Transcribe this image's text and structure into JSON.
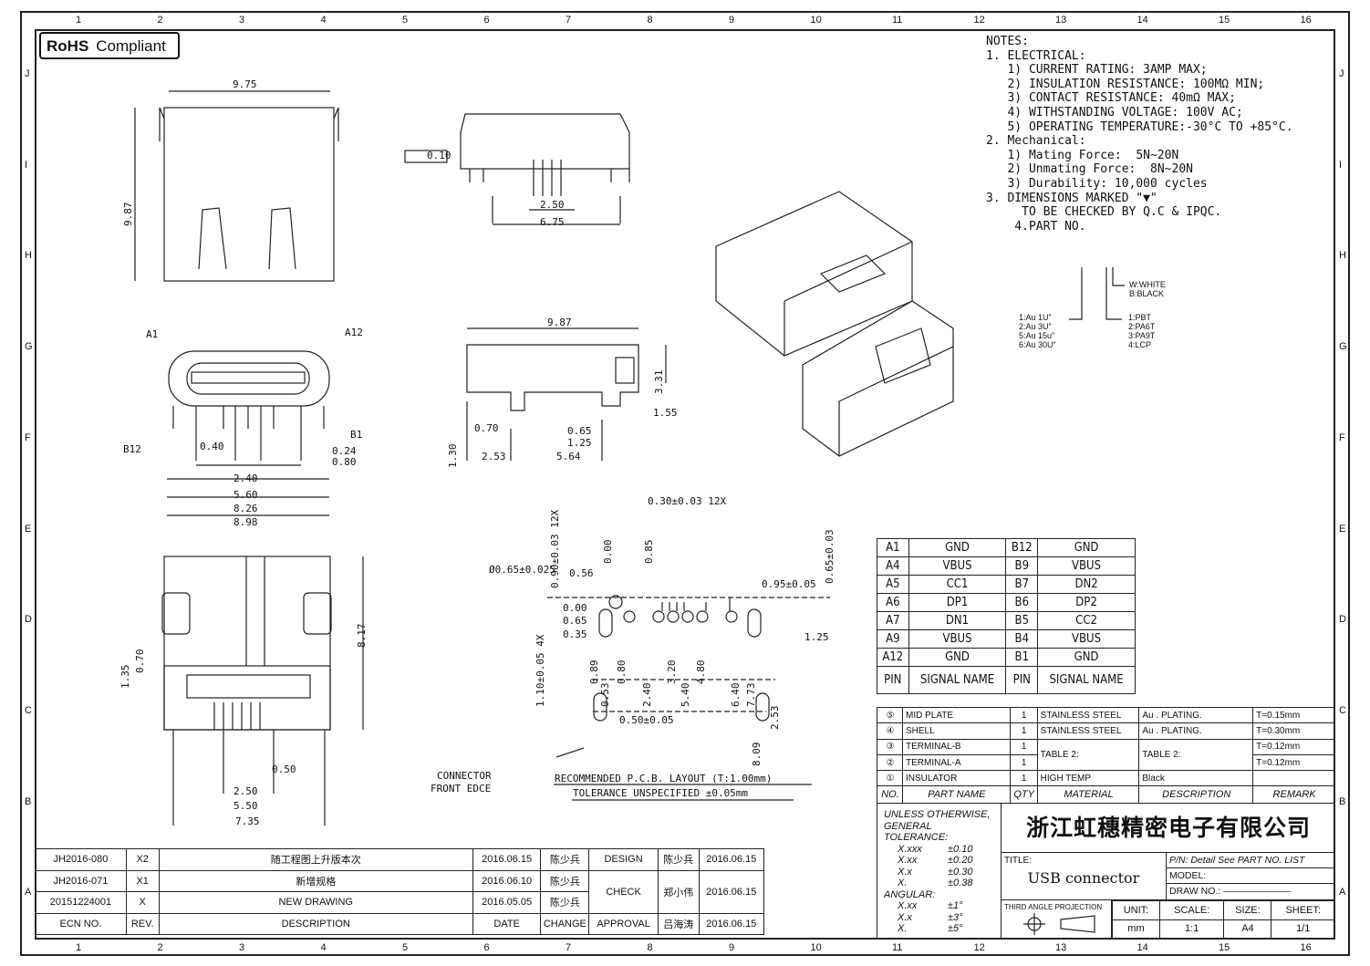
{
  "rohs": {
    "bold": "RoHS",
    "text": "Compliant"
  },
  "grid": {
    "columns": [
      "1",
      "2",
      "3",
      "4",
      "5",
      "6",
      "7",
      "8",
      "9",
      "10",
      "11",
      "12",
      "13",
      "14",
      "15",
      "16"
    ],
    "rows": [
      "J",
      "I",
      "H",
      "G",
      "F",
      "E",
      "D",
      "C",
      "B",
      "A"
    ]
  },
  "notes": {
    "lines": [
      "NOTES:",
      "1. ELECTRICAL:",
      "   1) CURRENT RATING: 3AMP MAX;",
      "   2) INSULATION RESISTANCE: 100MΩ MIN;",
      "   3) CONTACT RESISTANCE: 40mΩ MAX;",
      "   4) WITHSTANDING VOLTAGE: 100V AC;",
      "   5) OPERATING TEMPERATURE:-30°C TO +85°C.",
      "2. Mechanical:",
      "   1) Mating Force:  5N~20N",
      "   2) Unmating Force:  8N~20N",
      "   3) Durability: 10,000 cycles",
      "3. DIMENSIONS MARKED \"▼\"",
      "     TO BE CHECKED BY Q.C & IPQC.",
      "",
      "    4.PART NO."
    ],
    "part_no": {
      "color": [
        "W:WHITE",
        "B:BLACK"
      ],
      "plating": [
        "1:Au 1U\"",
        "2:Au 3U\"",
        "5:Au 15u\"",
        "6:Au 30U\""
      ],
      "material": [
        "1:PBT",
        "2:PA6T",
        "3:PA9T",
        "4:LCP"
      ]
    }
  },
  "dims": [
    "9.75",
    "9.87",
    "0.10",
    "2.50",
    "6.75",
    "A1",
    "A12",
    "B12",
    "B1",
    "0.40",
    "0.24",
    "0.80",
    "2.40",
    "5.60",
    "8.26",
    "8.98",
    "9.87",
    "3.31",
    "1.55",
    "1.30",
    "0.70",
    "0.65",
    "1.25",
    "2.53",
    "5.64",
    "1.35",
    "0.70",
    "8.17",
    "0.50",
    "2.50",
    "5.50",
    "7.35",
    "0.30±0.03  12X",
    "0.90±0.03  12X",
    "0.85",
    "0.00",
    "Ø0.65±0.025",
    "0.56",
    "0.00",
    "0.65",
    "0.35",
    "1.10±0.05  4X",
    "0.89",
    "0.53",
    "0.80",
    "2.40",
    "3.20",
    "5.40",
    "4.80",
    "6.40",
    "7.73",
    "0.95±0.05",
    "1.25",
    "0.65±0.03",
    "0.50±0.05",
    "2.53",
    "8.09",
    "CONNECTOR",
    "FRONT EDCE",
    "RECOMMENDED  P.C.B. LAYOUT (T:1.00mm)",
    "TOLERANCE UNSPECIFIED ±0.05mm"
  ],
  "pin_table": {
    "rows": [
      [
        "A1",
        "GND",
        "B12",
        "GND"
      ],
      [
        "A4",
        "VBUS",
        "B9",
        "VBUS"
      ],
      [
        "A5",
        "CC1",
        "B7",
        "DN2"
      ],
      [
        "A6",
        "DP1",
        "B6",
        "DP2"
      ],
      [
        "A7",
        "DN1",
        "B5",
        "CC2"
      ],
      [
        "A9",
        "VBUS",
        "B4",
        "VBUS"
      ],
      [
        "A12",
        "GND",
        "B1",
        "GND"
      ]
    ],
    "header": [
      "PIN",
      "SIGNAL NAME",
      "PIN",
      "SIGNAL NAME"
    ]
  },
  "parts": {
    "rows": [
      [
        "⑤",
        "MID PLATE",
        "1",
        "STAINLESS STEEL",
        "Au . PLATING.",
        "T=0.15mm"
      ],
      [
        "④",
        "SHELL",
        "1",
        "STAINLESS STEEL",
        "Au . PLATING.",
        "T=0.30mm"
      ],
      [
        "③",
        "TERMINAL-B",
        "1",
        "TABLE 2:",
        "TABLE 2:",
        "T=0.12mm"
      ],
      [
        "②",
        "TERMINAL-A",
        "1",
        "",
        "",
        "T=0.12mm"
      ],
      [
        "①",
        "INSULATOR",
        "1",
        "HIGH TEMP",
        "Black",
        ""
      ]
    ],
    "header": [
      "NO.",
      "PART NAME",
      "QTY",
      "MATERIAL",
      "DESCRIPTION",
      "REMARK"
    ]
  },
  "title_block": {
    "tolerance": [
      "UNLESS OTHERWISE,",
      "GENERAL TOLERANCE:"
    ],
    "tol_rows": [
      [
        "X.xxx",
        "±0.10"
      ],
      [
        "X.xx",
        "±0.20"
      ],
      [
        "X.x",
        "±0.30"
      ],
      [
        "X.",
        "±0.38"
      ]
    ],
    "angular_label": "ANGULAR:",
    "ang_rows": [
      [
        "X.xx",
        "±1°"
      ],
      [
        "X.x",
        "±3°"
      ],
      [
        "X.",
        "±5°"
      ]
    ],
    "company": "浙江虹穗精密电子有限公司",
    "title_label": "TITLE:",
    "title": "USB connector",
    "pn": "P/N: Detail See PART NO. LIST",
    "model": "MODEL:",
    "draw_no": "DRAW NO.: ———————",
    "projection": "THIRD ANGLE PROJECTION",
    "unit_label": "UNIT:",
    "unit": "mm",
    "scale_label": "SCALE:",
    "scale": "1:1",
    "size_label": "SIZE:",
    "size": "A4",
    "sheet_label": "SHEET:",
    "sheet": "1/1"
  },
  "revisions": {
    "rows": [
      [
        "JH2016-080",
        "X2",
        "随工程图上升版本次",
        "2016.06.15",
        "陈少兵"
      ],
      [
        "JH2016-071",
        "X1",
        "新增规格",
        "2016.06.10",
        "陈少兵"
      ],
      [
        "20151224001",
        "X",
        "NEW DRAWING",
        "2016.05.05",
        "陈少兵"
      ]
    ],
    "header": [
      "ECN NO.",
      "REV.",
      "DESCRIPTION",
      "DATE",
      "CHANGE"
    ],
    "approvals": [
      [
        "DESIGN",
        "陈少兵",
        "2016.06.15"
      ],
      [
        "CHECK",
        "郑小伟",
        "2016.06.15"
      ],
      [
        "APPROVAL",
        "吕海涛",
        "2016.06.15"
      ]
    ]
  }
}
